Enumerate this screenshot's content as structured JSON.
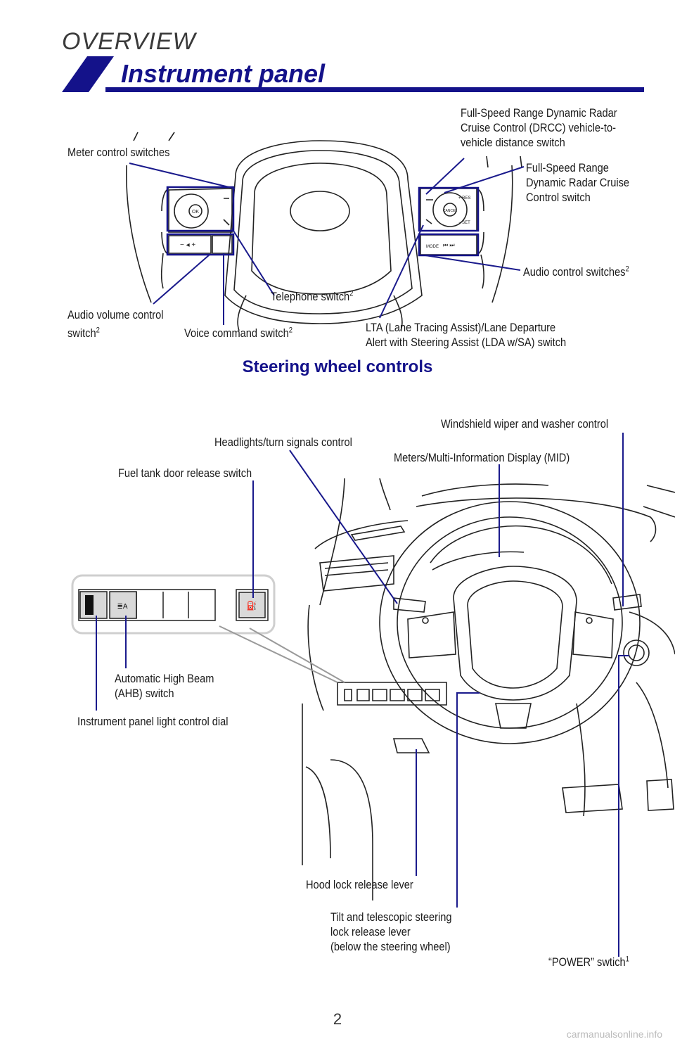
{
  "header": {
    "section": "OVERVIEW",
    "title": "Instrument panel"
  },
  "steering_labels": {
    "meter_control": "Meter control switches",
    "drcc_distance": [
      "Full-Speed Range Dynamic Radar",
      "Cruise Control (DRCC) vehicle-to-",
      "vehicle distance switch"
    ],
    "drcc_switch": [
      "Full-Speed Range",
      "Dynamic Radar Cruise",
      "Control switch"
    ],
    "audio_control": "Audio control switches",
    "telephone": "Telephone switch",
    "audio_volume": [
      "Audio volume control",
      "switch"
    ],
    "voice_command": "Voice command switch",
    "lta": [
      "LTA (Lane Tracing Assist)/Lane Departure",
      "Alert with Steering Assist (LDA w/SA) switch"
    ],
    "footnote_mark": "2"
  },
  "steering_heading": "Steering wheel controls",
  "dash_labels": {
    "wiper": "Windshield wiper and washer control",
    "headlights": "Headlights/turn signals control",
    "meters": "Meters/Multi-Information Display (MID)",
    "fuel_door": "Fuel tank door release switch",
    "ahb": [
      "Automatic High Beam",
      "(AHB) switch"
    ],
    "panel_light": "Instrument panel light control dial",
    "hood": "Hood lock release lever",
    "tilt": [
      "Tilt and telescopic steering",
      "lock release lever",
      "(below the steering wheel)"
    ],
    "power": "“POWER” swtich",
    "power_mark": "1"
  },
  "wheel_buttons": {
    "ok": "OK",
    "res": "+ RES",
    "cancel": "CANCEL",
    "set": "− SET",
    "mode": "MODE"
  },
  "page_number": "2",
  "footer": "carmanualsonline.info",
  "colors": {
    "brand_blue": "#14128a",
    "leader_blue": "#1a1a8c",
    "title_band": "#14128a"
  }
}
